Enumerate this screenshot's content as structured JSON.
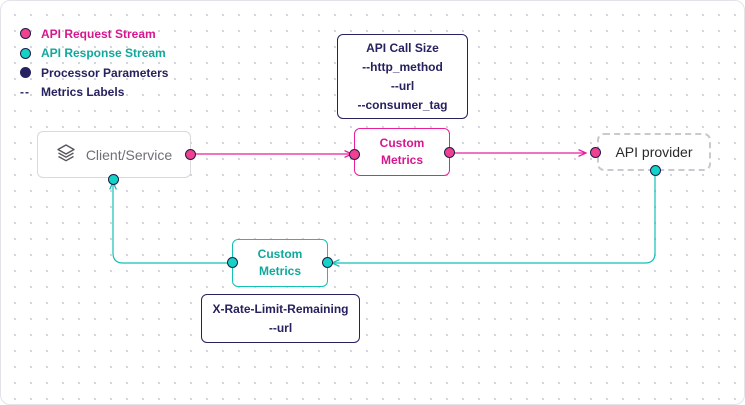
{
  "colors": {
    "request": "#e71f9c",
    "response": "#13c1b5",
    "parameters": "#26215f"
  },
  "legend": {
    "items": [
      {
        "label": "API Request Stream",
        "color": "#e71f9c",
        "marker": "dot"
      },
      {
        "label": "API Response Stream",
        "color": "#10a89c",
        "marker": "dot"
      },
      {
        "label": "Processor Parameters",
        "color": "#26215f",
        "marker": "dot"
      },
      {
        "label": "Metrics Labels",
        "color": "#26215f",
        "marker": "--"
      }
    ]
  },
  "nodes": {
    "client": {
      "label": "Client/Service",
      "icon": "layers-icon"
    },
    "provider": {
      "label": "API provider"
    },
    "request_processor": {
      "line1": "Custom",
      "line2": "Metrics"
    },
    "response_processor": {
      "line1": "Custom",
      "line2": "Metrics"
    }
  },
  "parameters": {
    "request": {
      "lines": [
        "API Call Size",
        "--http_method",
        "--url",
        "--consumer_tag"
      ]
    },
    "response": {
      "lines": [
        "X-Rate-Limit-Remaining",
        "--url"
      ]
    }
  }
}
